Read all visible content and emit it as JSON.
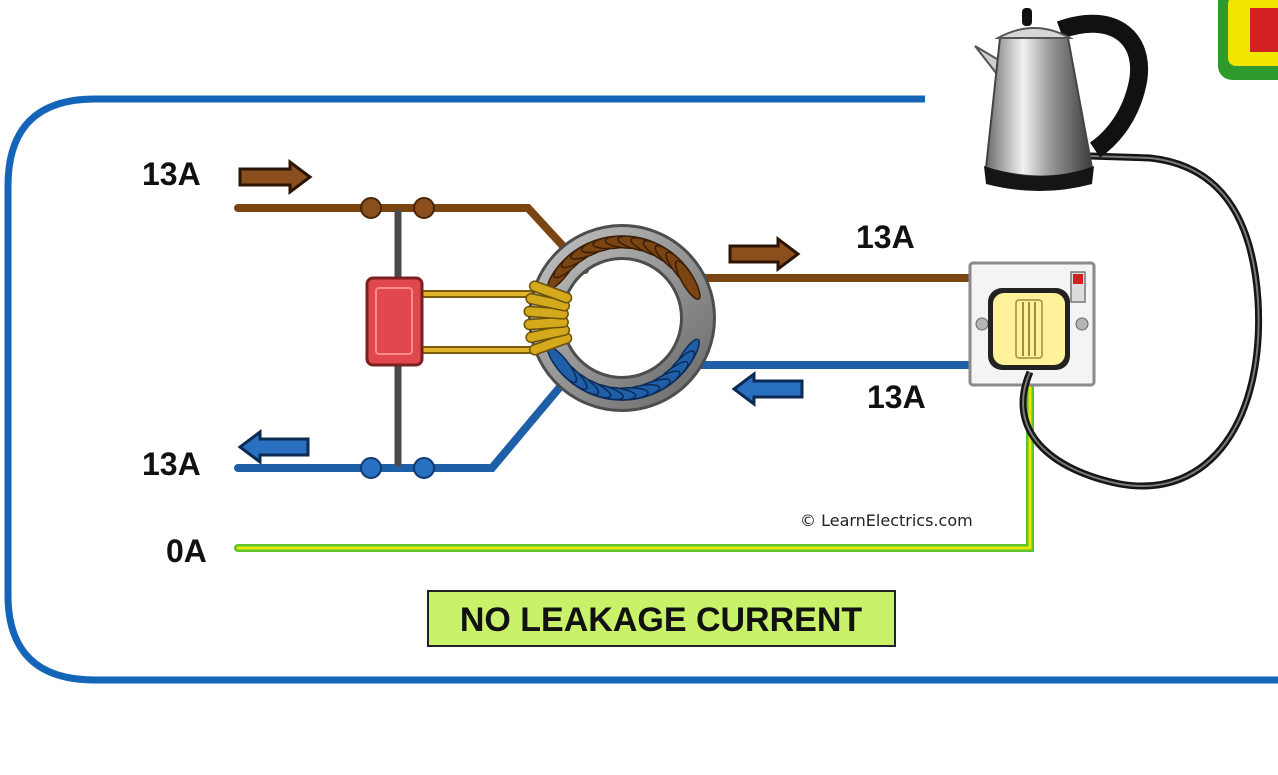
{
  "labels": {
    "live_in": "13A",
    "live_out": "13A",
    "neutral_return": "13A",
    "neutral_out": "13A",
    "earth": "0A"
  },
  "status_text": "NO LEAKAGE CURRENT",
  "copyright": "© LearnElectrics.com",
  "colors": {
    "frame": "#1465b8",
    "live": "#7a4413",
    "neutral": "#1f5fa8",
    "earth_yellow": "#e6e600",
    "earth_green": "#5cc42c",
    "sense_coil": "#d4a91c",
    "trip_coil": "#e0484d",
    "status_bg": "#c9f26a"
  },
  "icons": [
    "arrow-right-icon",
    "arrow-left-icon",
    "kettle-icon",
    "socket-icon",
    "plug-icon"
  ]
}
